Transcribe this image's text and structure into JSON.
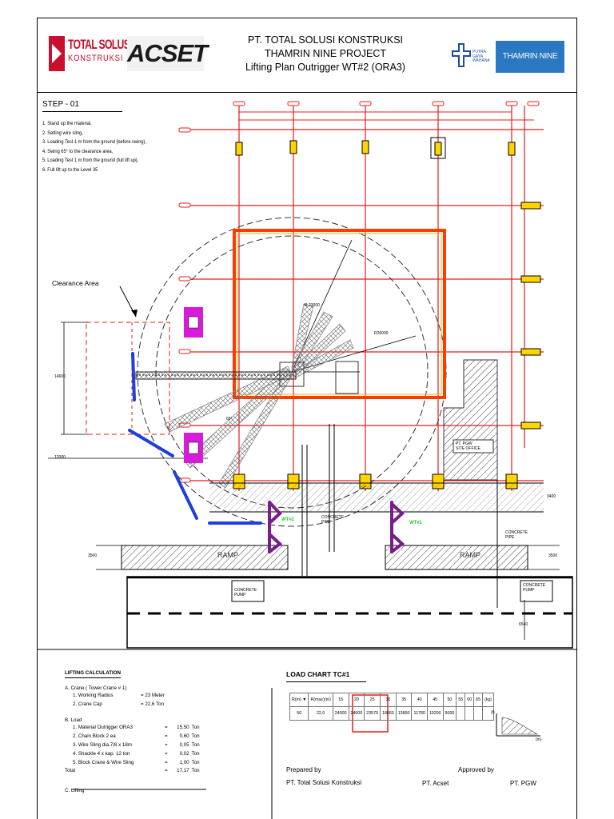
{
  "header": {
    "tsk_logo_name": "TOTAL SOLUSI",
    "tsk_logo_sub": "KONSTRUKSI",
    "acset_logo": "ACSET",
    "title_1": "PT. TOTAL SOLUSI KONSTRUKSI",
    "title_2": "THAMRIN NINE PROJECT",
    "title_3": "Lifting Plan Outrigger WT#2 (ORA3)",
    "pgw_logo": [
      "PUTRA",
      "GAYA",
      "WAHANA"
    ],
    "thamrin_logo": "THAMRIN NINE"
  },
  "step": {
    "title": "STEP - 01",
    "items": [
      "1. Stand up the material,",
      "2. Setting wire sling,",
      "3. Loading Test 1 m from the ground (before swing),",
      "4. Swing 65° to the clearance area,",
      "5. Loading Test 1 m from the ground (full lift up),",
      "6. Full lift up to the Level 35"
    ]
  },
  "drawing": {
    "clearance_area": "Clearance Area",
    "r_inner": "R 23000",
    "r_outer": "R26000",
    "dim_left": "14600",
    "dim_left_2": "12000",
    "dim_right": "3400",
    "dim_ramp_left": "3500",
    "dim_ramp_right": "3500",
    "dim_bottom": "6540",
    "angle": "65°",
    "site_office": [
      "PT. PGW",
      "SITE OFFICE"
    ],
    "wt2": "WT#2",
    "wt1": "WT#1",
    "concrete_pipe": [
      "CONCRETE",
      "PIPE"
    ],
    "ramp": "RAMP",
    "concrete_pump": [
      "CONCRETE",
      "PUMP"
    ]
  },
  "calc": {
    "title": "LIFTING CALCULATION",
    "crane_heading": "A. Crane   ( Tower Crane # 1)",
    "crane": [
      {
        "label": "1.   Working Radius",
        "value": "=  23  Meter"
      },
      {
        "label": "2.   Crane Cap",
        "value": "=  22,6 Ton"
      }
    ],
    "load_heading": "B. Load",
    "load": [
      {
        "label": "1.   Material Outrigger ORA3",
        "value": "15,50",
        "unit": "Ton"
      },
      {
        "label": "2.   Chain Block 2 ea",
        "value": "0,60",
        "unit": "Ton"
      },
      {
        "label": "3.   Wire Sling dia.7/8 x 18m",
        "value": "0,05",
        "unit": "Ton"
      },
      {
        "label": "4.   Shackle 4 x kap. 12 ton",
        "value": "0,02",
        "unit": "Ton"
      },
      {
        "label": "5.   Block Crane & Wire Sling",
        "value": "1,00",
        "unit": "Ton"
      }
    ],
    "total_label": "Total",
    "total_value": "17,17",
    "total_unit": "Ton",
    "next_heading": "C. Lifting"
  },
  "load_chart": {
    "title": "LOAD CHART TC#1",
    "header": [
      "R(m) ▼",
      "R(max)(m)",
      "15",
      "20",
      "25",
      "30",
      "35",
      "40",
      "45",
      "50",
      "55",
      "60",
      "65",
      "(kg)"
    ],
    "row": [
      "50",
      "22,0",
      "24000",
      "24000",
      "23570",
      "18660",
      "13850",
      "11780",
      "10200",
      "9000",
      "",
      "",
      "",
      ""
    ],
    "axis_q": "(t)",
    "axis_r": "(m)"
  },
  "signatures": {
    "prepared_label": "Prepared by",
    "prepared_by": "PT. Total Solusi Konstruksi",
    "approved_label": "Approved by",
    "approved_by_1": "PT. Acset",
    "approved_by_2": "PT. PGW"
  },
  "colors": {
    "grid": "#e81c1c",
    "slab": "#ff7a00",
    "crane_blue": "#1d3fe0",
    "magenta": "#d81bd8",
    "purple": "#7a1d8c",
    "green_label": "#2ecc2e",
    "yellow": "#ffd400"
  }
}
